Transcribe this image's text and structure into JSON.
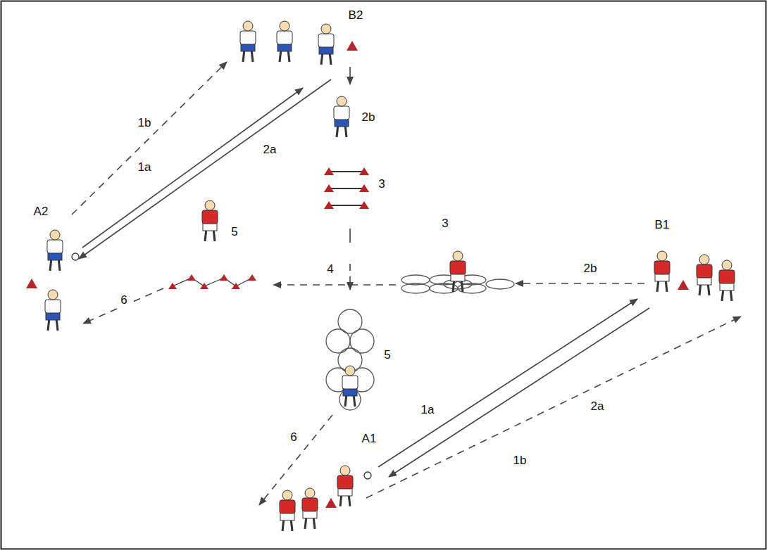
{
  "diagram": {
    "labels": [
      "B2",
      "2b",
      "1b",
      "1a",
      "2a",
      "3",
      "A2",
      "3",
      "5",
      "B1",
      "4",
      "2b",
      "6",
      "5",
      "1a",
      "2a",
      "6",
      "A1",
      "1b"
    ]
  }
}
